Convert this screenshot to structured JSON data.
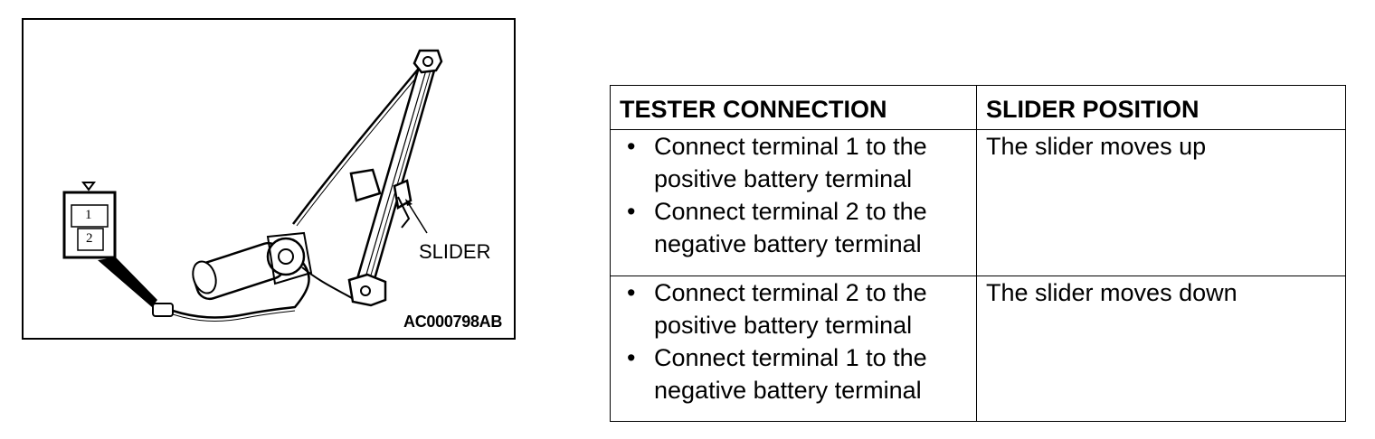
{
  "figure": {
    "slider_label": "SLIDER",
    "code": "AC000798AB",
    "connector_pins": [
      "1",
      "2"
    ]
  },
  "table": {
    "headers": [
      "TESTER CONNECTION",
      "SLIDER POSITION"
    ],
    "rows": [
      {
        "steps": [
          "Connect terminal 1 to the positive battery terminal",
          "Connect terminal 2 to the negative battery terminal"
        ],
        "result": "The slider moves up"
      },
      {
        "steps": [
          "Connect terminal 2 to the positive battery terminal",
          "Connect terminal 1 to the negative battery terminal"
        ],
        "result": "The slider moves down"
      }
    ]
  }
}
